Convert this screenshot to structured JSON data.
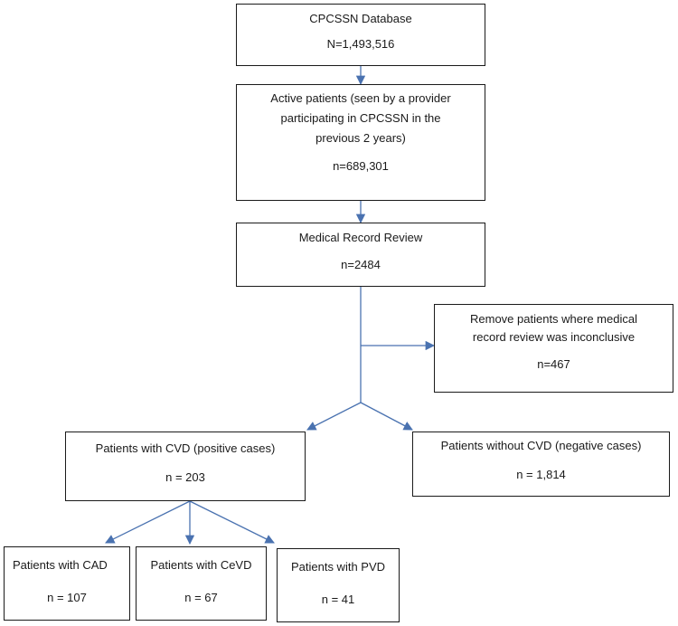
{
  "nodes": {
    "database": {
      "title": "CPCSSN Database",
      "count": "N=1,493,516"
    },
    "active": {
      "title_lines": [
        "Active patients (seen by a provider",
        "participating in CPCSSN in the",
        "previous 2 years)"
      ],
      "count": "n=689,301"
    },
    "review": {
      "title": "Medical Record Review",
      "count": "n=2484"
    },
    "removed": {
      "title_lines": [
        "Remove patients where medical",
        "record review was inconclusive"
      ],
      "count": "n=467"
    },
    "cvd": {
      "title": "Patients with CVD (positive cases)",
      "count": "n = 203"
    },
    "no_cvd": {
      "title": "Patients without CVD (negative cases)",
      "count": "n = 1,814"
    },
    "cad": {
      "title": "Patients with CAD",
      "count": "n = 107"
    },
    "cevd": {
      "title": "Patients with CeVD",
      "count": "n = 67"
    },
    "pvd": {
      "title": "Patients with PVD",
      "count": "n = 41"
    }
  },
  "colors": {
    "arrow": "#4a72b0",
    "border": "#1a1a1a"
  }
}
